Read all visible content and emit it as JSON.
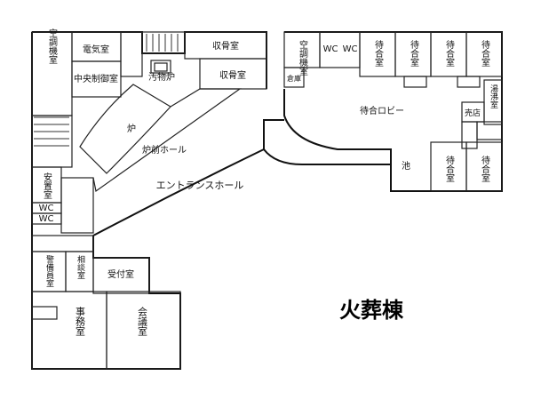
{
  "title": "火葬棟",
  "rooms": {
    "air_handler_1": "空調機室",
    "electrical": "電気室",
    "central_control": "中央制御室",
    "filth_furnace": "汚物炉",
    "ash_collection_1": "収骨室",
    "ash_collection_2": "収骨室",
    "air_handler_2": "空調機室",
    "wc_top": "WC",
    "wc_top_2": "WC",
    "warehouse": "倉庫",
    "waiting_1": "待合室",
    "waiting_2": "待合室",
    "waiting_3": "待合室",
    "waiting_4": "待合室",
    "waiting_lobby": "待合ロビー",
    "hot_water": "湯沸室",
    "shop": "売店",
    "pond": "池",
    "waiting_5": "待合室",
    "waiting_6": "待合室",
    "furnace": "炉",
    "furnace_hall": "炉前ホール",
    "entrance_hall": "エントランスホール",
    "mourner_room": "安置室",
    "wc_left_1": "WC",
    "wc_left_2": "WC",
    "guard_room": "警備員室",
    "consultation": "相談室",
    "reception": "受付室",
    "office": "事務室",
    "meeting": "会議室"
  }
}
